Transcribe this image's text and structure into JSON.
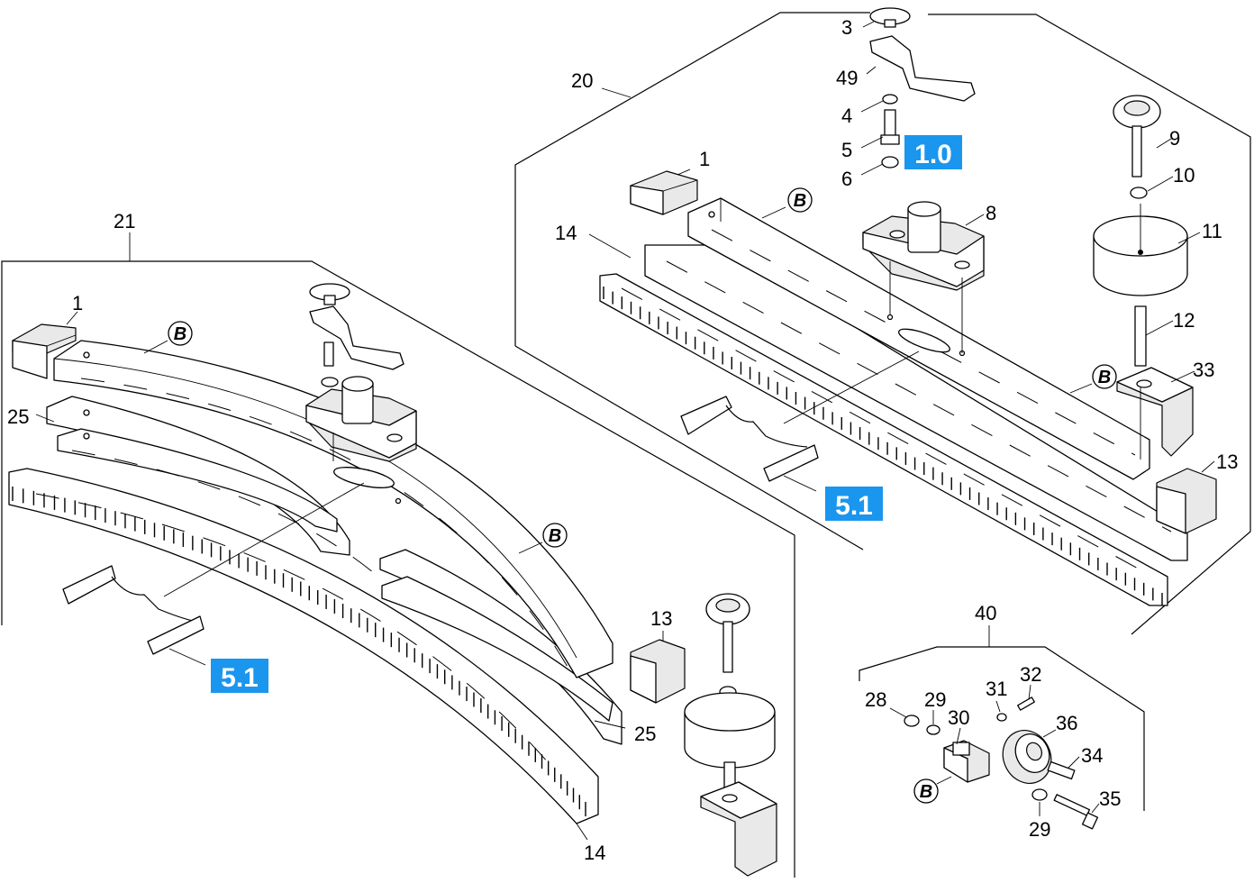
{
  "diagram": {
    "refs": {
      "top_center": "1.0",
      "right_middle": "5.1",
      "left_bottom": "5.1"
    },
    "b_marker": "B",
    "right_group": {
      "assembly": "20",
      "labels": {
        "n3": "3",
        "n49": "49",
        "n4": "4",
        "n5": "5",
        "n6": "6",
        "n1": "1",
        "n8": "8",
        "n9": "9",
        "n10": "10",
        "n11": "11",
        "n14": "14",
        "n12": "12",
        "n33": "33",
        "n13": "13"
      }
    },
    "left_group": {
      "assembly": "21",
      "labels": {
        "n1": "1",
        "n25a": "25",
        "n13": "13",
        "n25b": "25",
        "n14": "14"
      }
    },
    "detail_group": {
      "assembly": "40",
      "labels": {
        "n28": "28",
        "n29a": "29",
        "n30": "30",
        "n31": "31",
        "n32": "32",
        "n36": "36",
        "n34": "34",
        "n35": "35",
        "n29b": "29"
      }
    }
  }
}
